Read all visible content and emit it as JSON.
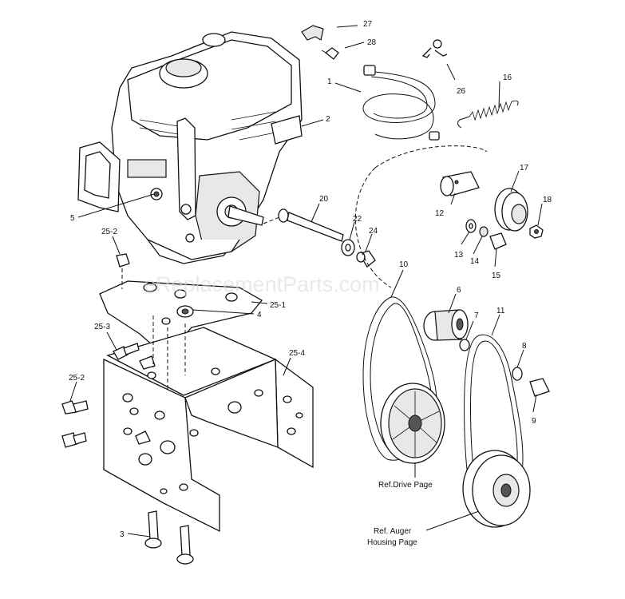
{
  "callouts": {
    "c1": "1",
    "c2": "2",
    "c3": "3",
    "c4": "4",
    "c5": "5",
    "c6": "6",
    "c7": "7",
    "c8": "8",
    "c9": "9",
    "c10": "10",
    "c11": "11",
    "c12": "12",
    "c13": "13",
    "c14": "14",
    "c15": "15",
    "c16": "16",
    "c17": "17",
    "c18": "18",
    "c20": "20",
    "c22": "22",
    "c24": "24",
    "c26": "26",
    "c27": "27",
    "c28": "28",
    "c25_1": "25-1",
    "c25_2a": "25-2",
    "c25_2b": "25-2",
    "c25_3": "25-3",
    "c25_4": "25-4"
  },
  "references": {
    "drive": "Ref.Drive Page",
    "auger_line1": "Ref. Auger",
    "auger_line2": "Housing Page"
  },
  "watermark": "eReplacementParts.com"
}
